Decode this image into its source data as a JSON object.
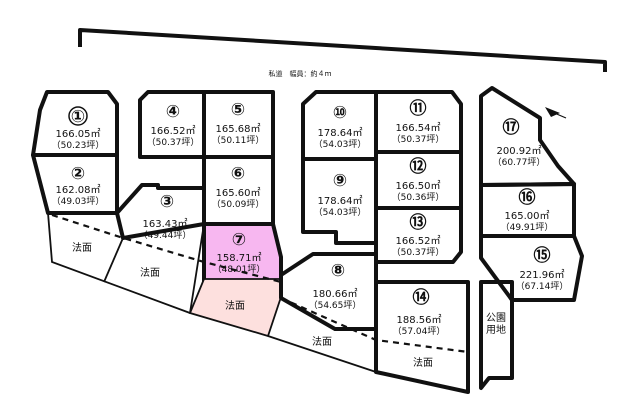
{
  "road_label": "私道　幅員：約４ｍ",
  "highlight_color": "#f7b7f0",
  "slope_highlight_color": "#fde0de",
  "slope_label": "法面",
  "park_label_line1": "公園",
  "park_label_line2": "用地",
  "lots": [
    {
      "num": "①",
      "area": "166.05㎡",
      "tsubo": "（50.23坪）"
    },
    {
      "num": "②",
      "area": "162.08㎡",
      "tsubo": "（49.03坪）"
    },
    {
      "num": "③",
      "area": "163.43㎡",
      "tsubo": "（49.44坪）"
    },
    {
      "num": "④",
      "area": "166.52㎡",
      "tsubo": "（50.37坪）"
    },
    {
      "num": "⑤",
      "area": "165.68㎡",
      "tsubo": "（50.11坪）"
    },
    {
      "num": "⑥",
      "area": "165.60㎡",
      "tsubo": "（50.09坪）"
    },
    {
      "num": "⑦",
      "area": "158.71㎡",
      "tsubo": "（48.01坪）"
    },
    {
      "num": "⑧",
      "area": "180.66㎡",
      "tsubo": "（54.65坪）"
    },
    {
      "num": "⑨",
      "area": "178.64㎡",
      "tsubo": "（54.03坪）"
    },
    {
      "num": "⑩",
      "area": "178.64㎡",
      "tsubo": "（54.03坪）"
    },
    {
      "num": "⑪",
      "area": "166.54㎡",
      "tsubo": "（50.37坪）"
    },
    {
      "num": "⑫",
      "area": "166.50㎡",
      "tsubo": "（50.36坪）"
    },
    {
      "num": "⑬",
      "area": "166.52㎡",
      "tsubo": "（50.37坪）"
    },
    {
      "num": "⑭",
      "area": "188.56㎡",
      "tsubo": "（57.04坪）"
    },
    {
      "num": "⑮",
      "area": "221.96㎡",
      "tsubo": "（67.14坪）"
    },
    {
      "num": "⑯",
      "area": "165.00㎡",
      "tsubo": "（49.91坪）"
    },
    {
      "num": "⑰",
      "area": "200.92㎡",
      "tsubo": "（60.77坪）"
    }
  ]
}
